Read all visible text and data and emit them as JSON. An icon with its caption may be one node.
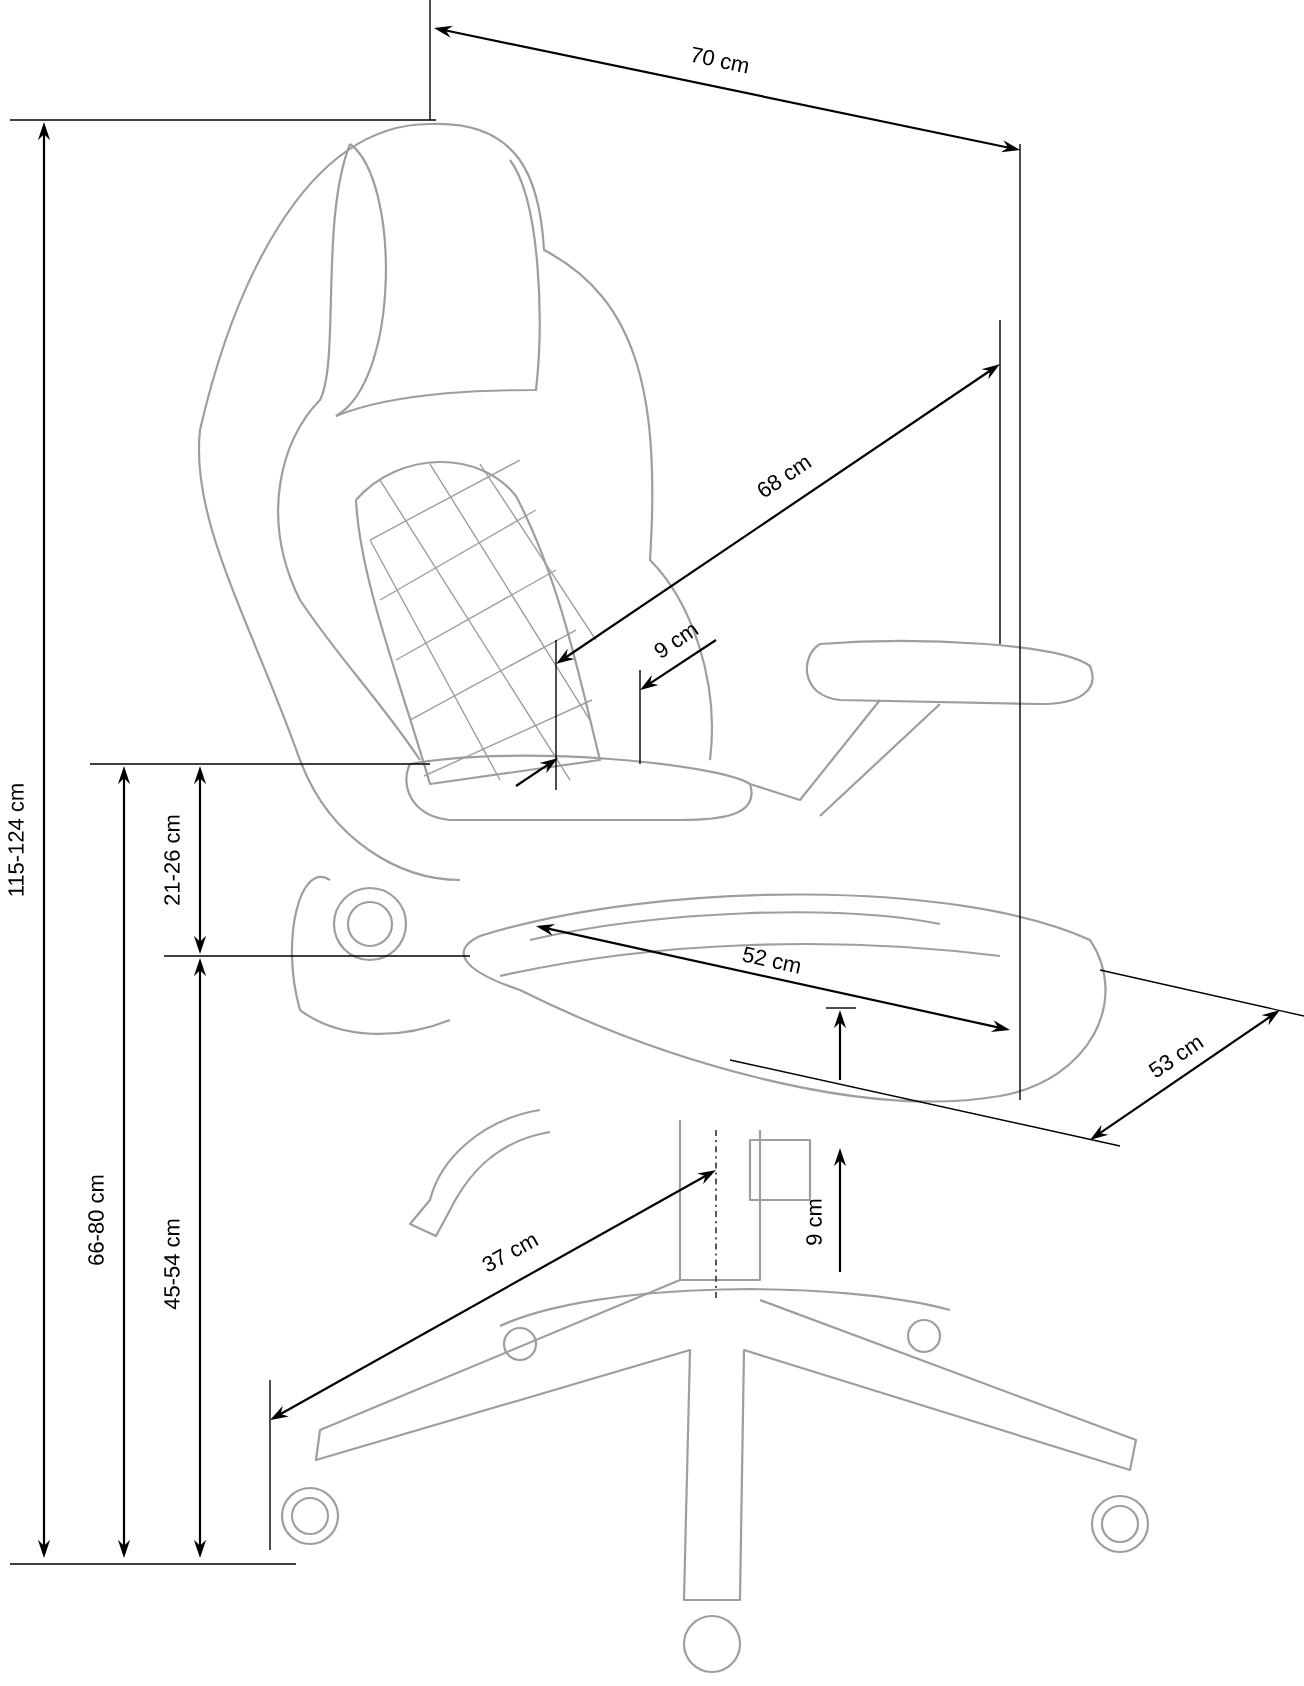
{
  "diagram": {
    "labels": [
      "70 cm",
      "68 cm",
      "9 cm",
      "115-124 cm",
      "21-26 cm",
      "66-80 cm",
      "52 cm",
      "45-54 cm",
      "53 cm",
      "9 cm",
      "37 cm"
    ]
  }
}
